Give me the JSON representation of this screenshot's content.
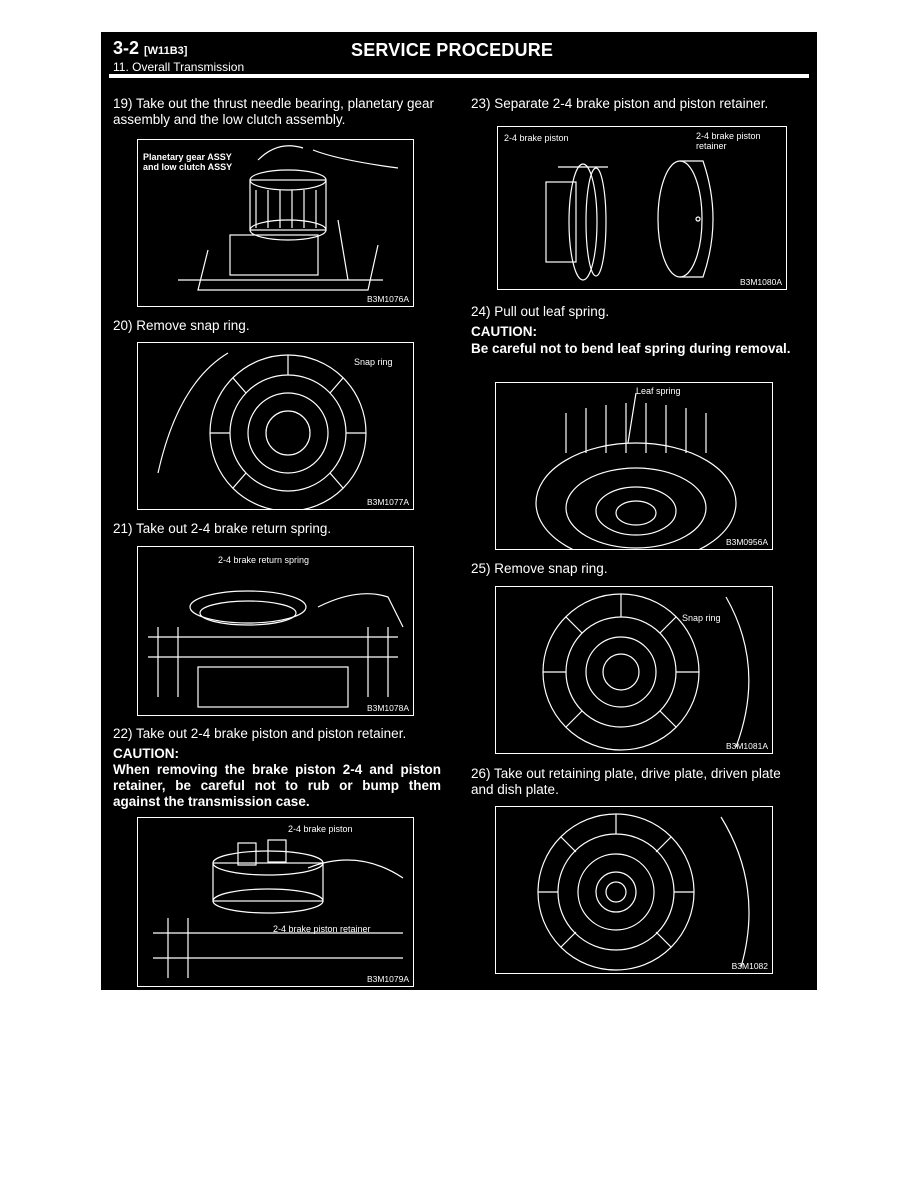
{
  "header": {
    "page_number": "3-2",
    "code": "[W11B3]",
    "section": "11.  Overall Transmission",
    "title": "SERVICE PROCEDURE"
  },
  "steps": {
    "s19": {
      "text": "19)  Take out the thrust needle bearing, planetary gear assembly and the low clutch assembly.",
      "fig_label": "Planetary gear ASSY and low clutch ASSY",
      "fig_code": "B3M1076A"
    },
    "s20": {
      "text": "20)  Remove snap ring.",
      "fig_label": "Snap ring",
      "fig_code": "B3M1077A"
    },
    "s21": {
      "text": "21)  Take out 2-4 brake return spring.",
      "fig_label": "2-4 brake return spring",
      "fig_code": "B3M1078A"
    },
    "s22": {
      "text": "22)  Take out 2-4 brake piston and piston retainer.",
      "caution_head": "CAUTION:",
      "caution_text": "When removing the brake piston 2-4 and piston retainer, be careful not to rub or bump them against the transmission case.",
      "fig_label_a": "2-4 brake piston",
      "fig_label_b": "2-4 brake piston retainer",
      "fig_code": "B3M1079A"
    },
    "s23": {
      "text": "23)  Separate 2-4 brake piston and piston retainer.",
      "fig_label_a": "2-4 brake piston",
      "fig_label_b": "2-4 brake piston retainer",
      "fig_code": "B3M1080A"
    },
    "s24": {
      "text": "24)  Pull out leaf spring.",
      "caution_head": "CAUTION:",
      "caution_text": "Be careful not to bend leaf spring during removal.",
      "fig_label": "Leaf spring",
      "fig_code": "B3M0956A"
    },
    "s25": {
      "text": "25)  Remove snap ring.",
      "fig_label": "Snap ring",
      "fig_code": "B3M1081A"
    },
    "s26": {
      "text": "26)  Take out retaining plate, drive plate, driven plate and dish plate.",
      "fig_code": "B3M1082"
    }
  }
}
